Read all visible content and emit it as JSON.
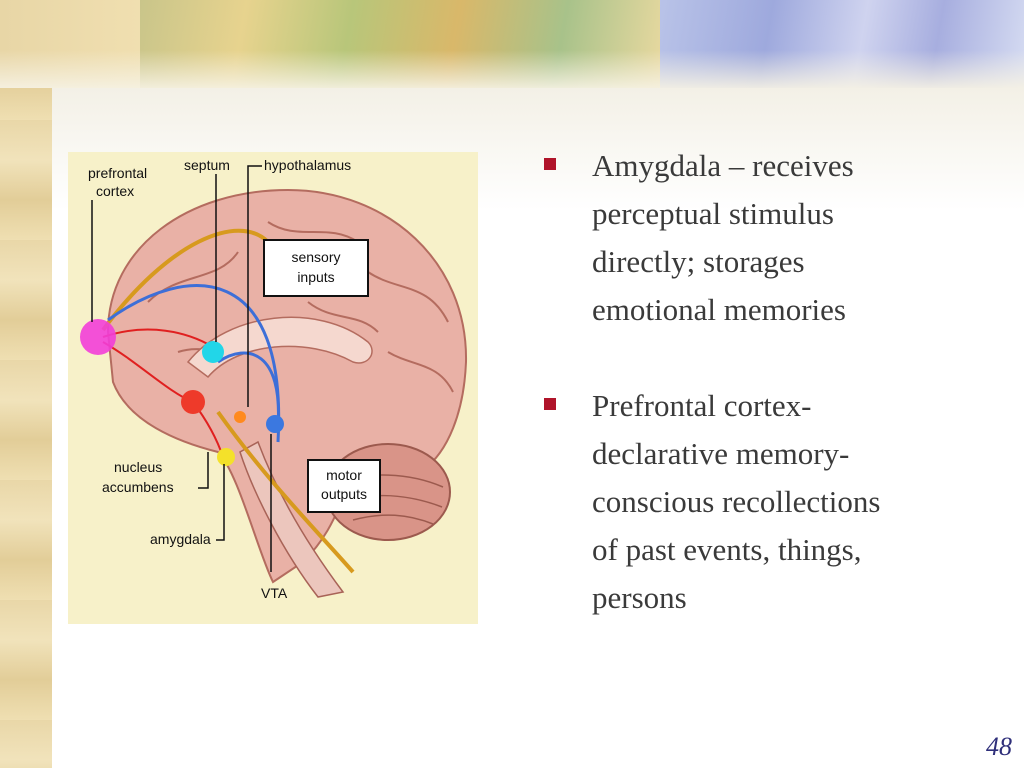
{
  "diagram": {
    "labels": {
      "prefrontal_cortex": [
        "prefrontal",
        "cortex"
      ],
      "septum": "septum",
      "hypothalamus": "hypothalamus",
      "sensory_inputs": [
        "sensory",
        "inputs"
      ],
      "nucleus_accumbens": [
        "nucleus",
        "accumbens"
      ],
      "motor_outputs": [
        "motor",
        "outputs"
      ],
      "amygdala": "amygdala",
      "vta": "VTA"
    },
    "colors": {
      "prefrontal": "#f23ed8",
      "septum": "#22d6e8",
      "amygdala_region": "#ee3a2a",
      "nucleus_accumbens": "#f4e12a",
      "vta": "#3b78e0",
      "pathway_gold": "#d79a1e",
      "pathway_blue": "#3d6fd8",
      "pathway_red": "#e02020"
    }
  },
  "bullets": [
    {
      "lines": [
        "Amygdala – receives",
        "perceptual stimulus",
        "directly; storages",
        "emotional memories"
      ]
    },
    {
      "lines": [
        "Prefrontal cortex-",
        "declarative memory-",
        "conscious recollections",
        "of past events, things,",
        "persons"
      ]
    }
  ],
  "page_number": "48"
}
